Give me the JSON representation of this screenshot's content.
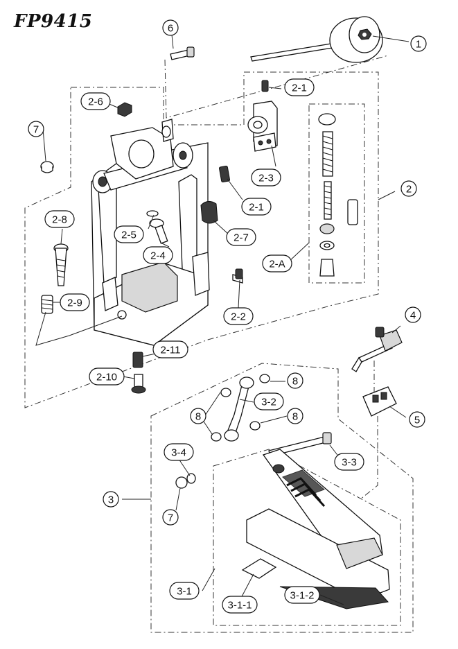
{
  "title": "FP9415",
  "callouts": [
    {
      "id": "c1",
      "label": "1",
      "shape": "circle"
    },
    {
      "id": "c2",
      "label": "2",
      "shape": "circle"
    },
    {
      "id": "c3",
      "label": "3",
      "shape": "circle"
    },
    {
      "id": "c4",
      "label": "4",
      "shape": "circle"
    },
    {
      "id": "c5",
      "label": "5",
      "shape": "circle"
    },
    {
      "id": "c6",
      "label": "6",
      "shape": "circle"
    },
    {
      "id": "c7a",
      "label": "7",
      "shape": "circle"
    },
    {
      "id": "c7b",
      "label": "7",
      "shape": "circle"
    },
    {
      "id": "c8a",
      "label": "8",
      "shape": "circle"
    },
    {
      "id": "c8b",
      "label": "8",
      "shape": "circle"
    },
    {
      "id": "c8c",
      "label": "8",
      "shape": "circle"
    },
    {
      "id": "c21a",
      "label": "2-1",
      "shape": "pill"
    },
    {
      "id": "c21b",
      "label": "2-1",
      "shape": "pill"
    },
    {
      "id": "c22",
      "label": "2-2",
      "shape": "pill"
    },
    {
      "id": "c23",
      "label": "2-3",
      "shape": "pill"
    },
    {
      "id": "c24",
      "label": "2-4",
      "shape": "pill"
    },
    {
      "id": "c25",
      "label": "2-5",
      "shape": "pill"
    },
    {
      "id": "c26",
      "label": "2-6",
      "shape": "pill"
    },
    {
      "id": "c27",
      "label": "2-7",
      "shape": "pill"
    },
    {
      "id": "c28",
      "label": "2-8",
      "shape": "pill"
    },
    {
      "id": "c29",
      "label": "2-9",
      "shape": "pill"
    },
    {
      "id": "c210",
      "label": "2-10",
      "shape": "pill"
    },
    {
      "id": "c211",
      "label": "2-11",
      "shape": "pill"
    },
    {
      "id": "c2A",
      "label": "2-A",
      "shape": "pill"
    },
    {
      "id": "c31",
      "label": "3-1",
      "shape": "pill"
    },
    {
      "id": "c311",
      "label": "3-1-1",
      "shape": "pill"
    },
    {
      "id": "c312",
      "label": "3-1-2",
      "shape": "pill"
    },
    {
      "id": "c32",
      "label": "3-2",
      "shape": "pill"
    },
    {
      "id": "c33",
      "label": "3-3",
      "shape": "pill"
    },
    {
      "id": "c34",
      "label": "3-4",
      "shape": "pill"
    }
  ],
  "colors": {
    "line": "#111111",
    "shade": "#3a3a3a",
    "background": "#ffffff"
  }
}
